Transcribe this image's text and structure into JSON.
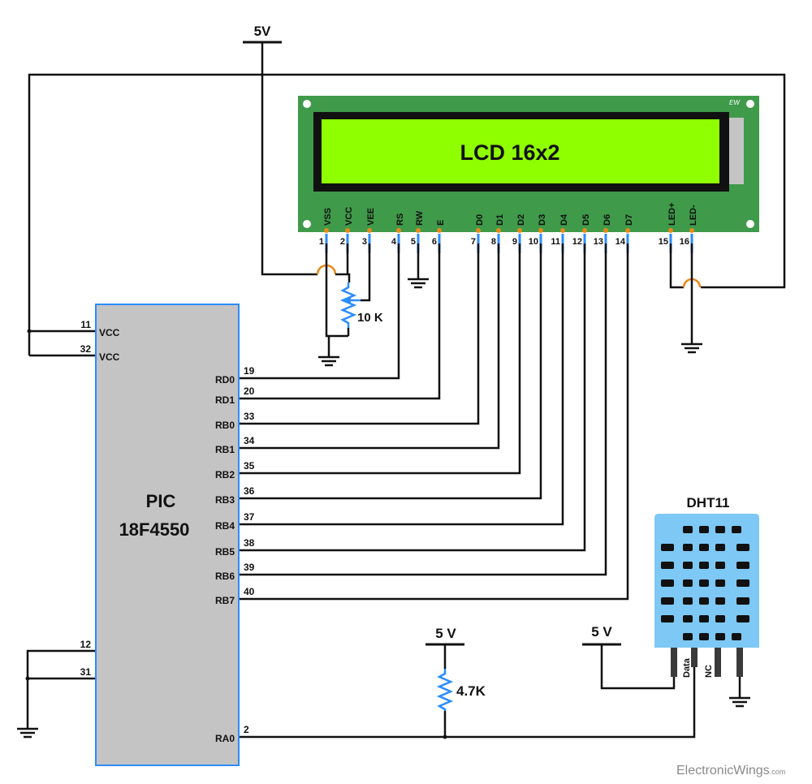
{
  "supply": {
    "top": "5V",
    "pullup": "5 V",
    "dht": "5 V"
  },
  "lcd": {
    "title": "LCD 16x2",
    "brand": "EW",
    "pins": [
      {
        "name": "VSS",
        "num": "1"
      },
      {
        "name": "VCC",
        "num": "2"
      },
      {
        "name": "VEE",
        "num": "3"
      },
      {
        "name": "RS",
        "num": "4"
      },
      {
        "name": "RW",
        "num": "5"
      },
      {
        "name": "E",
        "num": "6"
      },
      {
        "name": "D0",
        "num": "7"
      },
      {
        "name": "D1",
        "num": "8"
      },
      {
        "name": "D2",
        "num": "9"
      },
      {
        "name": "D3",
        "num": "10"
      },
      {
        "name": "D4",
        "num": "11"
      },
      {
        "name": "D5",
        "num": "12"
      },
      {
        "name": "D6",
        "num": "13"
      },
      {
        "name": "D7",
        "num": "14"
      },
      {
        "name": "LED+",
        "num": "15"
      },
      {
        "name": "LED-",
        "num": "16"
      }
    ]
  },
  "pot": {
    "label": "10 K"
  },
  "resistor": {
    "label": "4.7K"
  },
  "mcu": {
    "name_line1": "PIC",
    "name_line2": "18F4550",
    "left_pins": [
      {
        "num": "11",
        "name": "VCC"
      },
      {
        "num": "32",
        "name": "VCC"
      },
      {
        "num": "12",
        "name": ""
      },
      {
        "num": "31",
        "name": ""
      }
    ],
    "right_pins": [
      {
        "num": "19",
        "name": "RD0"
      },
      {
        "num": "20",
        "name": "RD1"
      },
      {
        "num": "33",
        "name": "RB0"
      },
      {
        "num": "34",
        "name": "RB1"
      },
      {
        "num": "35",
        "name": "RB2"
      },
      {
        "num": "36",
        "name": "RB3"
      },
      {
        "num": "37",
        "name": "RB4"
      },
      {
        "num": "38",
        "name": "RB5"
      },
      {
        "num": "39",
        "name": "RB6"
      },
      {
        "num": "40",
        "name": "RB7"
      },
      {
        "num": "2",
        "name": "RA0"
      }
    ]
  },
  "dht": {
    "title": "DHT11",
    "pins": [
      "Data",
      "NC"
    ]
  },
  "watermark": {
    "main": "ElectronicWings",
    "suffix": ".com"
  },
  "colors": {
    "lcd_board": "#3f9a4a",
    "lcd_screen": "#8fff00",
    "mcu_body": "#c4c4c4",
    "mcu_border": "#2b8cff",
    "dht_body": "#7ec8f5",
    "pin_orange": "#e8891a",
    "pin_blue": "#2b8cff"
  }
}
